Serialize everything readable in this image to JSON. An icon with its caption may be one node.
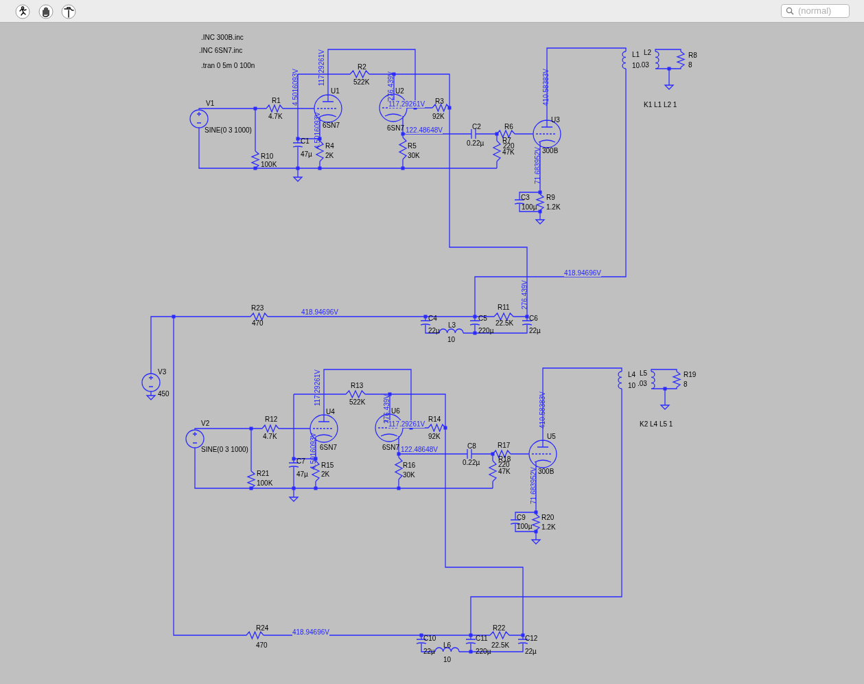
{
  "diagram": {
    "labels": [
      "(normal)",
      ".INC 300B.inc",
      ".INC 6SN7.inc",
      ".tran 0 5m 0 100n",
      "117.29261V",
      "4.5016093V",
      "R2",
      "522K",
      "276.439V",
      "U1",
      "U2",
      "R3",
      "117.29261V",
      "R1",
      "4.7K",
      "V1",
      "SINE(0 3 1000)",
      "6SN7",
      "6SN7",
      "92K",
      "4.5016093V",
      "122.48648V",
      "C2",
      "0.22µ",
      "R6",
      "R7",
      "220",
      "47K",
      "U3",
      "300B",
      "C1",
      "R4",
      "R5",
      "R10",
      "47µ",
      "2K",
      "30K",
      "100K",
      "71.683952V",
      "410.58383V",
      "L1",
      "10",
      "L2",
      ".03",
      "R8",
      "8",
      "K1 L1 L2 1",
      "C3",
      "R9",
      "100µ",
      "1.2K",
      "418.94696V",
      "276.439V",
      "R23",
      "418.94696V",
      "R11",
      "C4",
      "C5",
      "C6",
      "470",
      "22.5K",
      "22µ",
      "L3",
      "220µ",
      "22µ",
      "10",
      "V3",
      "450",
      "117.29261V",
      "R13",
      "522K",
      "276.439V",
      "U4",
      "U6",
      "R12",
      "R14",
      "V2",
      "117.29261V",
      "4.7K",
      "92K",
      "SINE(0 3 1000)",
      "6SN7",
      "6SN7",
      "4.5016093V",
      "122.48648V",
      "C8",
      "R17",
      "0.22µ",
      "R18",
      "220",
      "47K",
      "U5",
      "300B",
      "C7",
      "R15",
      "R16",
      "R21",
      "47µ",
      "2K",
      "30K",
      "100K",
      "71.683952V",
      "410.58383V",
      "L4",
      "10",
      "L5",
      ".03",
      "R19",
      "8",
      "K2 L4 L5 1",
      "C9",
      "R20",
      "100µ",
      "1.2K",
      "R24",
      "418.94696V",
      "R22",
      "C10",
      "C11",
      "C12",
      "470",
      "22.5K",
      "22µ",
      "L6",
      "220µ",
      "22µ",
      "10"
    ]
  }
}
